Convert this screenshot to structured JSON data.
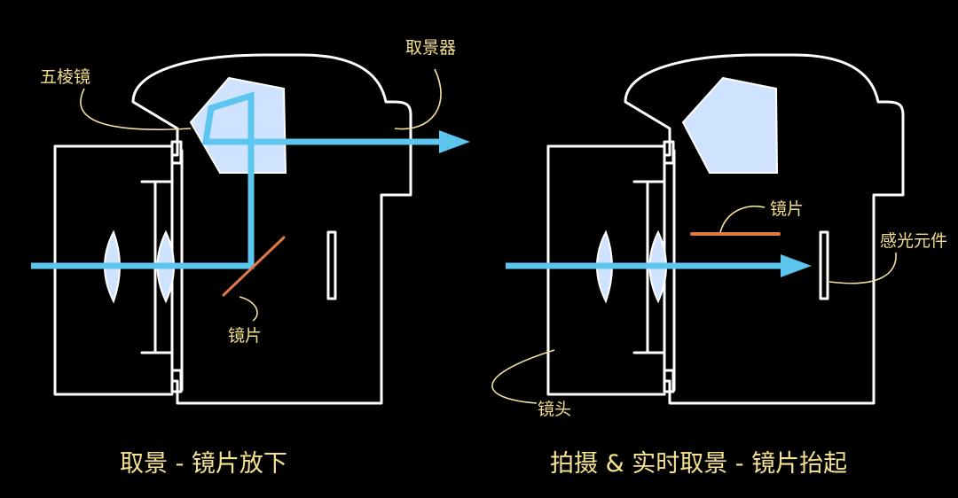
{
  "left_panel": {
    "label_pentaprism": "五棱镜",
    "label_viewfinder": "取景器",
    "label_mirror": "镜片",
    "caption": "取景 - 镜片放下"
  },
  "right_panel": {
    "label_mirror": "镜片",
    "label_sensor": "感光元件",
    "label_lens": "镜头",
    "caption": "拍摄 & 实时取景 -  镜片抬起"
  },
  "colors": {
    "background": "#000000",
    "outline": "#ffffff",
    "light_beam": "#5cc6ee",
    "mirror": "#e07a45",
    "label_text": "#f3df8c",
    "caption_text": "#f6e38f"
  }
}
